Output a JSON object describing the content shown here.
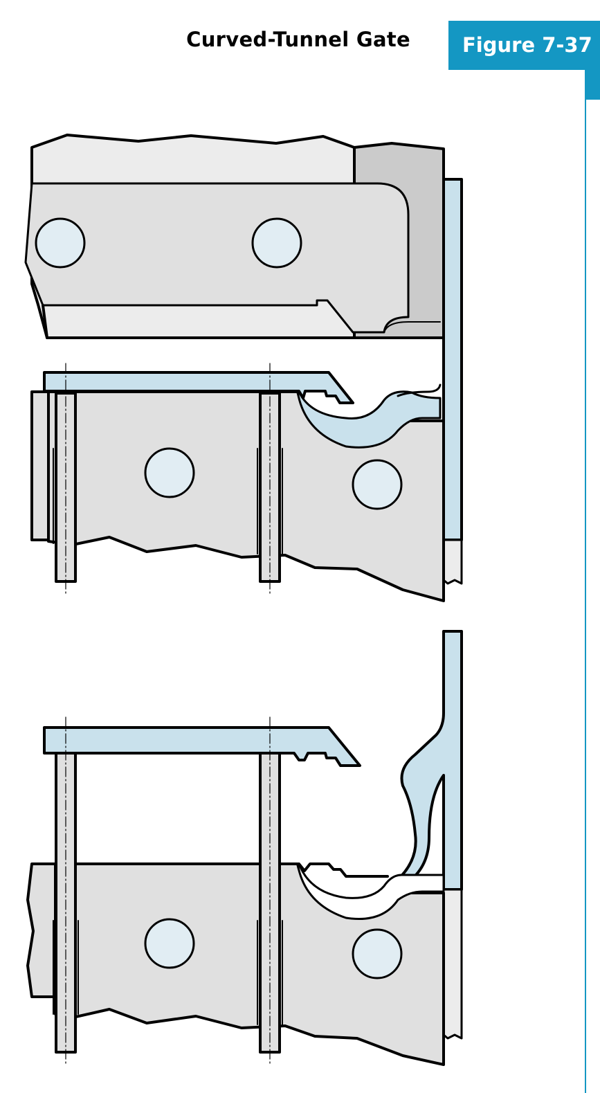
{
  "header": {
    "title": "Curved-Tunnel Gate",
    "figure_label": "Figure 7-37"
  },
  "colors": {
    "accent": "#1497c3",
    "plastic": "#c9e1ec",
    "steel_light": "#e0e0e0",
    "steel_pale": "#ececec",
    "steel_dark": "#cbcbcb",
    "pin_fill": "#e1edf3",
    "outline": "#000000"
  },
  "views": [
    {
      "name": "closed-mold-view",
      "state": "mold closed, part filled through curved tunnel"
    },
    {
      "name": "open-mold-view",
      "state": "mold open, curved runner ejected"
    }
  ]
}
